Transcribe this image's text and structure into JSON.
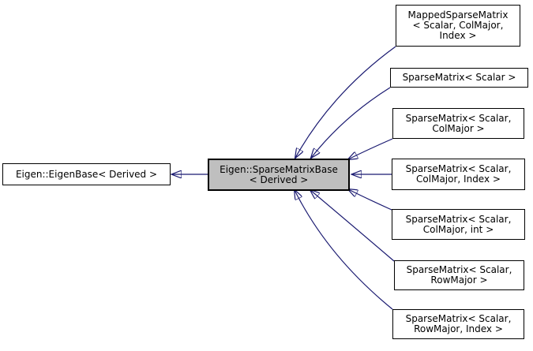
{
  "colors": {
    "background": "#ffffff",
    "edge": "#191970",
    "node_border": "#000000",
    "node_fill": "#ffffff",
    "current_node_fill": "#bfbfbf"
  },
  "diagram": {
    "kind": "class-inheritance-graph",
    "nodes": [
      {
        "id": "eigen-eigenbase",
        "role": "base-class",
        "clickable": true,
        "label": "Eigen::EigenBase< Derived >"
      },
      {
        "id": "eigen-sparsematrixbase",
        "role": "current-class",
        "clickable": false,
        "label": "Eigen::SparseMatrixBase\n< Derived >"
      },
      {
        "id": "mappedsparsematrix",
        "role": "derived-class",
        "clickable": true,
        "label": "MappedSparseMatrix\n< Scalar, ColMajor,\nIndex >"
      },
      {
        "id": "sparsematrix-scalar",
        "role": "derived-class",
        "clickable": true,
        "label": "SparseMatrix< Scalar >"
      },
      {
        "id": "sparsematrix-scalar-colmajor",
        "role": "derived-class",
        "clickable": true,
        "label": "SparseMatrix< Scalar,\nColMajor >"
      },
      {
        "id": "sparsematrix-scalar-colmajor-index",
        "role": "derived-class",
        "clickable": true,
        "label": "SparseMatrix< Scalar,\nColMajor, Index >"
      },
      {
        "id": "sparsematrix-scalar-colmajor-int",
        "role": "derived-class",
        "clickable": true,
        "label": "SparseMatrix< Scalar,\nColMajor, int >"
      },
      {
        "id": "sparsematrix-scalar-rowmajor",
        "role": "derived-class",
        "clickable": true,
        "label": "SparseMatrix< Scalar,\nRowMajor >"
      },
      {
        "id": "sparsematrix-scalar-rowmajor-index",
        "role": "derived-class",
        "clickable": true,
        "label": "SparseMatrix< Scalar,\nRowMajor, Index >"
      }
    ],
    "edges": [
      {
        "from": "eigen-sparsematrixbase",
        "to": "eigen-eigenbase",
        "relation": "inherits"
      },
      {
        "from": "mappedsparsematrix",
        "to": "eigen-sparsematrixbase",
        "relation": "inherits"
      },
      {
        "from": "sparsematrix-scalar",
        "to": "eigen-sparsematrixbase",
        "relation": "inherits"
      },
      {
        "from": "sparsematrix-scalar-colmajor",
        "to": "eigen-sparsematrixbase",
        "relation": "inherits"
      },
      {
        "from": "sparsematrix-scalar-colmajor-index",
        "to": "eigen-sparsematrixbase",
        "relation": "inherits"
      },
      {
        "from": "sparsematrix-scalar-colmajor-int",
        "to": "eigen-sparsematrixbase",
        "relation": "inherits"
      },
      {
        "from": "sparsematrix-scalar-rowmajor",
        "to": "eigen-sparsematrixbase",
        "relation": "inherits"
      },
      {
        "from": "sparsematrix-scalar-rowmajor-index",
        "to": "eigen-sparsematrixbase",
        "relation": "inherits"
      }
    ]
  }
}
